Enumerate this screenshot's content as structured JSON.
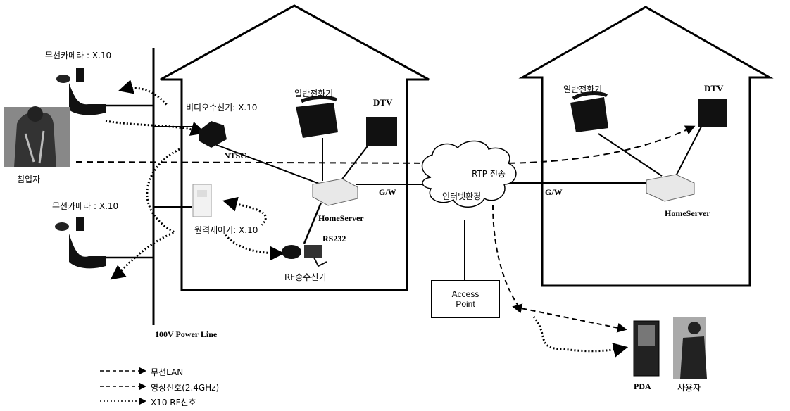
{
  "labels": {
    "camera_top": "무선카메라 : X.10",
    "camera_bottom": "무선카메라 : X.10",
    "intruder": "침입자",
    "video_receiver": "비디오수신기: X.10",
    "phone_left": "일반전화기",
    "dtv_left": "DTV",
    "ntsc": "NTSC",
    "gw_left": "G/W",
    "homeserver_left": "HomeServer",
    "remote_controller": "원격제어기: X.10",
    "rs232": "RS232",
    "rf_transceiver": "RF송수신기",
    "power_line": "100V Power Line",
    "rtp": "RTP 전송",
    "internet": "인터넷환경",
    "gw_right": "G/W",
    "phone_right": "일반전화기",
    "dtv_right": "DTV",
    "homeserver_right": "HomeServer",
    "access_point_line1": "Access",
    "access_point_line2": "Point",
    "pda": "PDA",
    "user": "사용자"
  },
  "legend": [
    {
      "label": "무선LAN",
      "style": "dashed"
    },
    {
      "label": "영상신호(2.4GHz)",
      "style": "dashed"
    },
    {
      "label": "X10 RF신호",
      "style": "dotted"
    }
  ],
  "colors": {
    "line": "#000000",
    "background": "#ffffff"
  }
}
